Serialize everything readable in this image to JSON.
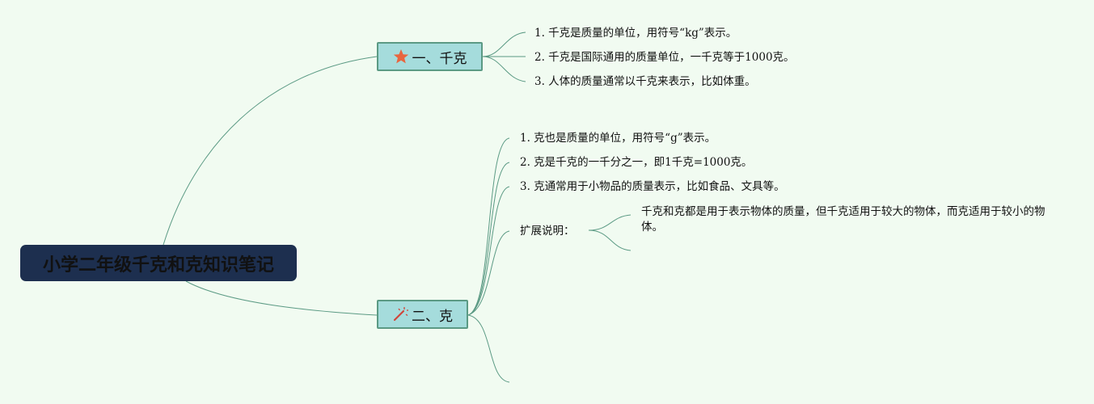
{
  "root": {
    "title": "小学二年级千克和克知识笔记"
  },
  "topics": [
    {
      "label": "一、千克",
      "icon": "star-icon",
      "items": [
        "1. 千克是质量的单位，用符号“kg”表示。",
        "2. 千克是国际通用的质量单位，一千克等于1000克。",
        "3. 人体的质量通常以千克来表示，比如体重。"
      ]
    },
    {
      "label": "二、克",
      "icon": "magic-wand-icon",
      "items": [
        "1. 克也是质量的单位，用符号“g”表示。",
        "2. 克是千克的一千分之一，即1千克=1000克。",
        "3. 克通常用于小物品的质量表示，比如食品、文具等。"
      ],
      "extension": {
        "label": "扩展说明：",
        "text": "千克和克都是用于表示物体的质量，但千克适用于较大的物体，而克适用于较小的物体。"
      }
    }
  ],
  "colors": {
    "background": "#f1fbf1",
    "root_fill": "#1d2f4f",
    "topic_fill": "#a5dcdc",
    "topic_border": "#5b9a84",
    "link": "#5b9a84",
    "star": "#e8663f",
    "wand": "#d0453a"
  }
}
